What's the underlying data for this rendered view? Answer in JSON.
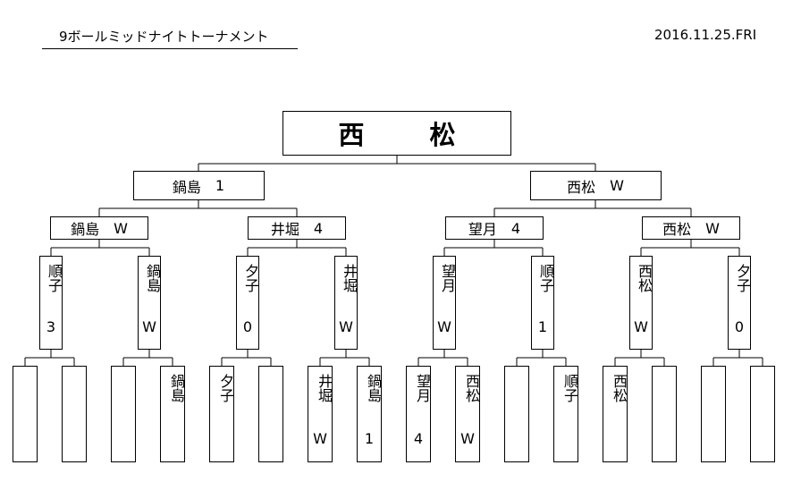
{
  "header": {
    "title": "9ボールミッドナイトトーナメント",
    "date": "2016.11.25.FRI"
  },
  "champion": "西　松",
  "semifinal": [
    {
      "name": "鍋島",
      "score": "1"
    },
    {
      "name": "西松",
      "score": "W"
    }
  ],
  "quarterfinal": [
    {
      "name": "鍋島",
      "score": "W"
    },
    {
      "name": "井堀",
      "score": "4"
    },
    {
      "name": "望月",
      "score": "4"
    },
    {
      "name": "西松",
      "score": "W"
    }
  ],
  "round2": [
    {
      "name": "順子",
      "score": "3"
    },
    {
      "name": "鍋島",
      "score": "W"
    },
    {
      "name": "夕子",
      "score": "0"
    },
    {
      "name": "井堀",
      "score": "W"
    },
    {
      "name": "望月",
      "score": "W"
    },
    {
      "name": "順子",
      "score": "1"
    },
    {
      "name": "西松",
      "score": "W"
    },
    {
      "name": "夕子",
      "score": "0"
    }
  ],
  "round1": [
    {
      "name": "",
      "score": ""
    },
    {
      "name": "",
      "score": ""
    },
    {
      "name": "",
      "score": ""
    },
    {
      "name": "鍋島",
      "score": ""
    },
    {
      "name": "夕子",
      "score": ""
    },
    {
      "name": "",
      "score": ""
    },
    {
      "name": "井堀",
      "score": "W"
    },
    {
      "name": "鍋島",
      "score": "1"
    },
    {
      "name": "望月",
      "score": "4"
    },
    {
      "name": "西松",
      "score": "W"
    },
    {
      "name": "",
      "score": ""
    },
    {
      "name": "順子",
      "score": ""
    },
    {
      "name": "西松",
      "score": ""
    },
    {
      "name": "",
      "score": ""
    },
    {
      "name": "",
      "score": ""
    },
    {
      "name": "",
      "score": ""
    }
  ]
}
